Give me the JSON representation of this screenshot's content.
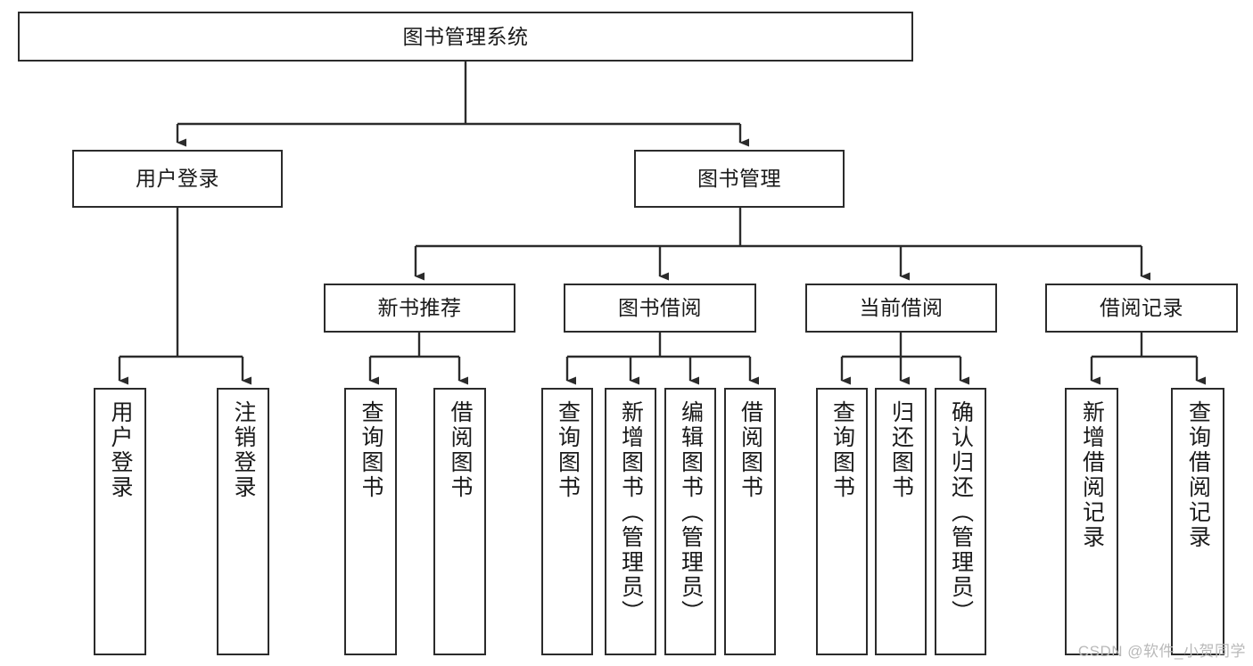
{
  "diagram": {
    "title": "图书管理系统",
    "type": "hierarchy-tree",
    "colors": {
      "box_border": "#2b2b2b",
      "box_fill": "#ffffff",
      "edge": "#2b2b2b",
      "background": "#ffffff",
      "watermark": "#b9b9b9"
    },
    "levels": [
      {
        "level": 1,
        "nodes": [
          {
            "id": "root",
            "label": "图书管理系统",
            "orientation": "horizontal"
          }
        ]
      },
      {
        "level": 2,
        "nodes": [
          {
            "id": "user-login",
            "label": "用户登录",
            "orientation": "horizontal",
            "parent": "root"
          },
          {
            "id": "book-manage",
            "label": "图书管理",
            "orientation": "horizontal",
            "parent": "root"
          }
        ]
      },
      {
        "level": 3,
        "nodes": [
          {
            "id": "new-book-rec",
            "label": "新书推荐",
            "orientation": "horizontal",
            "parent": "book-manage"
          },
          {
            "id": "book-borrow",
            "label": "图书借阅",
            "orientation": "horizontal",
            "parent": "book-manage"
          },
          {
            "id": "current-borrow",
            "label": "当前借阅",
            "orientation": "horizontal",
            "parent": "book-manage"
          },
          {
            "id": "borrow-record",
            "label": "借阅记录",
            "orientation": "horizontal",
            "parent": "book-manage"
          }
        ]
      },
      {
        "level": 4,
        "nodes": [
          {
            "id": "leaf-user-login",
            "label": "用户登录",
            "orientation": "vertical",
            "parent": "user-login"
          },
          {
            "id": "leaf-logout",
            "label": "注销登录",
            "orientation": "vertical",
            "parent": "user-login"
          },
          {
            "id": "leaf-query-book-1",
            "label": "查询图书",
            "orientation": "vertical",
            "parent": "new-book-rec"
          },
          {
            "id": "leaf-borrow-book-1",
            "label": "借阅图书",
            "orientation": "vertical",
            "parent": "new-book-rec"
          },
          {
            "id": "leaf-query-book-2",
            "label": "查询图书",
            "orientation": "vertical",
            "parent": "book-borrow"
          },
          {
            "id": "leaf-add-book",
            "label": "新增图书（管理员）",
            "orientation": "vertical",
            "parent": "book-borrow"
          },
          {
            "id": "leaf-edit-book",
            "label": "编辑图书（管理员）",
            "orientation": "vertical",
            "parent": "book-borrow"
          },
          {
            "id": "leaf-borrow-book-2",
            "label": "借阅图书",
            "orientation": "vertical",
            "parent": "book-borrow"
          },
          {
            "id": "leaf-query-book-3",
            "label": "查询图书",
            "orientation": "vertical",
            "parent": "current-borrow"
          },
          {
            "id": "leaf-return-book",
            "label": "归还图书",
            "orientation": "vertical",
            "parent": "current-borrow"
          },
          {
            "id": "leaf-confirm-return",
            "label": "确认归还（管理员）",
            "orientation": "vertical",
            "parent": "current-borrow"
          },
          {
            "id": "leaf-add-record",
            "label": "新增借阅记录",
            "orientation": "vertical",
            "parent": "borrow-record"
          },
          {
            "id": "leaf-query-record",
            "label": "查询借阅记录",
            "orientation": "vertical",
            "parent": "borrow-record"
          }
        ]
      }
    ]
  },
  "watermark": {
    "text": "CSDN @软件_小贺同学"
  }
}
